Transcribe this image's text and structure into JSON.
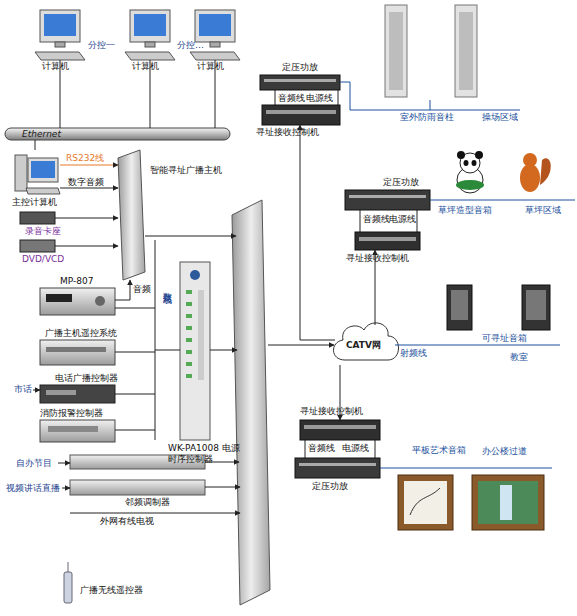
{
  "diagram": {
    "nodes": [
      {
        "text": [
          "计算机"
        ]
      },
      {
        "text": [
          "计算机"
        ]
      },
      {
        "text": [
          "计算机"
        ]
      },
      {
        "text": [
          "Ethernet"
        ]
      },
      {
        "text": [
          "主控计算机"
        ]
      },
      {
        "text": [
          "智能寻址广播主机"
        ]
      },
      {
        "text": [
          "录音卡座"
        ]
      },
      {
        "text": [
          "DVD/VCD"
        ]
      },
      {
        "text": [
          "MP-807"
        ]
      },
      {
        "text": [
          "广播主机遥控系统"
        ]
      },
      {
        "text": [
          "电话广播控制器"
        ]
      },
      {
        "text": [
          "消防报警控制器"
        ]
      },
      {
        "text": [
          "WK-PA1008 电源时序控制器"
        ]
      },
      {
        "text": [
          "邻频调制器"
        ]
      },
      {
        "text": [
          "广播无线遥控器"
        ]
      },
      {
        "text": [
          "定压功放"
        ]
      },
      {
        "text": [
          "寻址接收控制机"
        ]
      },
      {
        "text": [
          "室外防雨音柱"
        ]
      },
      {
        "text": [
          "定压功放"
        ]
      },
      {
        "text": [
          "寻址接收控制机"
        ]
      },
      {
        "text": [
          "草坪造型音箱"
        ]
      },
      {
        "text": [
          "CATV网"
        ]
      },
      {
        "text": [
          "可寻址音箱"
        ]
      },
      {
        "text": [
          "寻址接收控制机"
        ]
      },
      {
        "text": [
          "定压功放"
        ]
      },
      {
        "text": [
          "平板艺术音箱"
        ]
      }
    ],
    "edges": [
      {
        "from": 0,
        "to": 3,
        "arrow": "none"
      },
      {
        "from": 1,
        "to": 3,
        "arrow": "none"
      },
      {
        "from": 2,
        "to": 3,
        "arrow": "none"
      },
      {
        "from": 3,
        "to": 4,
        "arrow": "none"
      },
      {
        "from": 4,
        "to": 5,
        "label": "RS232线",
        "arrow": "to"
      },
      {
        "from": 4,
        "to": 5,
        "label": "数字音频",
        "arrow": "to"
      },
      {
        "from": 8,
        "to": 5,
        "label": "音频",
        "arrow": "to"
      },
      {
        "from": 21,
        "to": 16,
        "arrow": "to"
      },
      {
        "from": 21,
        "to": 19,
        "arrow": "to"
      },
      {
        "from": 21,
        "to": 23,
        "arrow": "to"
      },
      {
        "from": 15,
        "to": 17,
        "arrow": "none"
      },
      {
        "from": 18,
        "to": 20,
        "arrow": "none"
      },
      {
        "from": 21,
        "to": 22,
        "label": "射频线",
        "arrow": "none"
      },
      {
        "from": 24,
        "to": 25,
        "arrow": "none"
      },
      {
        "from": 6,
        "to": 5,
        "arrow": "to"
      },
      {
        "from": 7,
        "to": 5,
        "arrow": "to"
      }
    ],
    "labels": [
      "分控一",
      "分控…",
      "数据总线",
      "市话",
      "自办节目",
      "视频讲话直播",
      "外网有线电视",
      "音频线",
      "电源线",
      "音频线",
      "电源线",
      "音频线",
      "电源线",
      "操场区域",
      "草坪区域",
      "教室",
      "办公楼过道"
    ]
  }
}
